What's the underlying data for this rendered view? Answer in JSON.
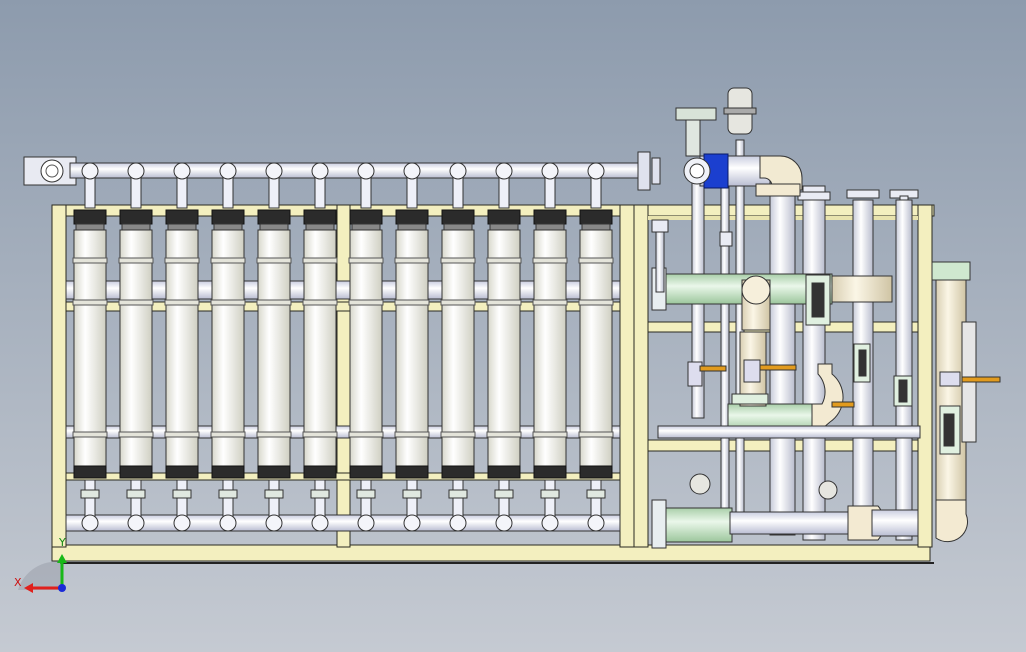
{
  "viewport": {
    "background_top": "#8d9bad",
    "background_bottom": "#c5cad2"
  },
  "model": {
    "frame_color": "#f3efbf",
    "frame_edge": "#2a2a20",
    "membrane_color": "#f8f8ee",
    "pipe_light": "#eef0f8",
    "pipe_green": "#cfe8cf",
    "pipe_cream": "#f3ead2",
    "valve_blue": "#1b3fcf",
    "handle_orange": "#e29b1e",
    "membrane_count": 12
  },
  "triad": {
    "x_label": "X",
    "y_label": "Y",
    "x_color": "#e0201c",
    "y_color": "#18b818",
    "z_color": "#1a2ad8"
  }
}
